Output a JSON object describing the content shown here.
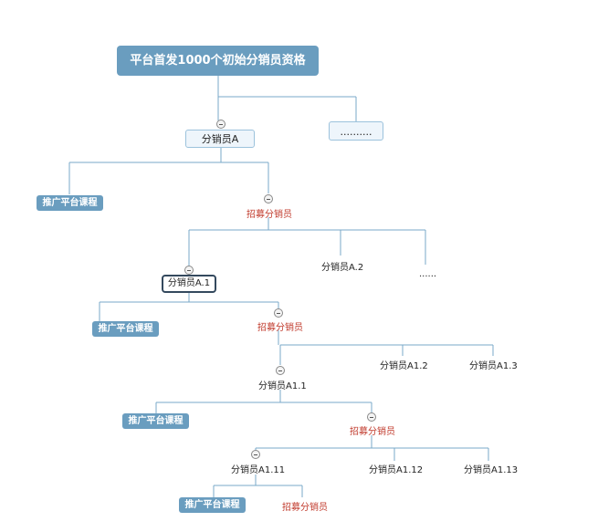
{
  "root": "平台首发1000个初始分销员资格",
  "more_top": "..........",
  "node_a": "分销员A",
  "promote": "推广平台课程",
  "recruit": "招募分销员",
  "a1": "分销员A.1",
  "a2": "分销员A.2",
  "ellipsis": "......",
  "a1_1": "分销员A1.1",
  "a1_2": "分销员A1.2",
  "a1_3": "分销员A1.3",
  "a1_11": "分销员A1.11",
  "a1_12": "分销员A1.12",
  "a1_13": "分销员A1.13",
  "colors": {
    "node_fill": "#6a9dbf",
    "line": "#7aa9c9",
    "recruit_text": "#c0392b",
    "selected_border": "#34495e"
  },
  "icons": {
    "collapse": "collapse-circle-icon"
  }
}
